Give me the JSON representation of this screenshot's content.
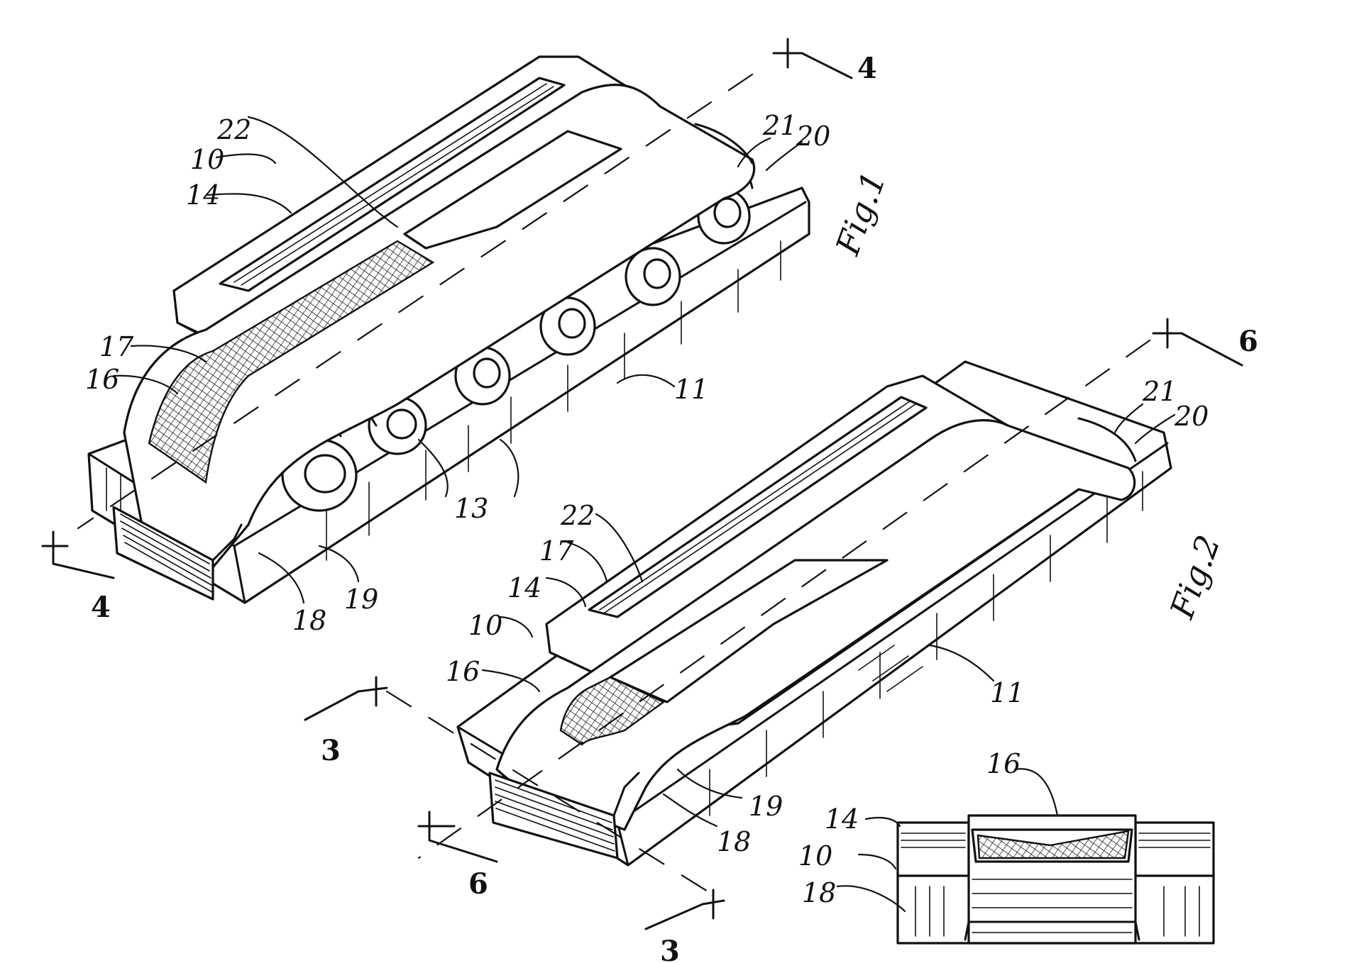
{
  "figures": [
    {
      "id": "fig1",
      "label": "Fig.1",
      "refs": {
        "r10": "10",
        "r14": "14",
        "r22": "22",
        "r17": "17",
        "r16": "16",
        "r11": "11",
        "r13": "13",
        "r21": "21",
        "r20": "20",
        "r18": "18",
        "r19": "19"
      },
      "section_marks": {
        "top": "4",
        "bottom": "4"
      }
    },
    {
      "id": "fig2",
      "label": "Fig.2",
      "refs": {
        "r22": "22",
        "r17": "17",
        "r14": "14",
        "r10": "10",
        "r16": "16",
        "r11": "11",
        "r21": "21",
        "r20": "20",
        "r19": "19",
        "r18": "18"
      },
      "section_marks": {
        "left": "3",
        "bottom": "3",
        "top": "6",
        "lower": "6"
      }
    },
    {
      "id": "fig3",
      "refs": {
        "r16": "16",
        "r14": "14",
        "r10": "10",
        "r18": "18"
      }
    }
  ]
}
